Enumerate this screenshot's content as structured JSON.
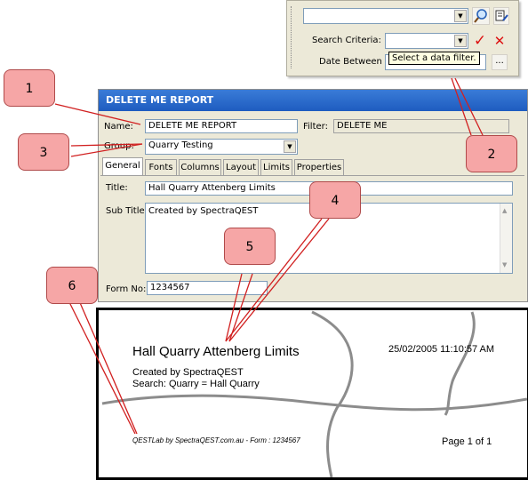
{
  "toolbar": {
    "search_criteria_label": "Search Criteria:",
    "date_between_label": "Date Between",
    "tooltip": "Select a data filter.",
    "browse_label": "...",
    "icons": [
      "magnifier-icon",
      "options-icon",
      "checkmark-icon",
      "clear-icon"
    ]
  },
  "dialog": {
    "title": "DELETE ME REPORT",
    "name_label": "Name:",
    "name_value": "DELETE ME REPORT",
    "filter_label": "Filter:",
    "filter_value": "DELETE ME",
    "group_label": "Group:",
    "group_value": "Quarry Testing",
    "tabs": [
      {
        "label": "General"
      },
      {
        "label": "Fonts"
      },
      {
        "label": "Columns"
      },
      {
        "label": "Layout"
      },
      {
        "label": "Limits"
      },
      {
        "label": "Properties"
      }
    ],
    "title_label": "Title:",
    "title_value": "Hall Quarry Attenberg Limits",
    "subtitle_label": "Sub Title:",
    "subtitle_value": "Created by SpectraQEST",
    "formno_label": "Form No:",
    "formno_value": "1234567"
  },
  "report": {
    "title": "Hall Quarry Attenberg Limits",
    "subtitle": "Created by SpectraQEST",
    "search_line": "Search: Quarry = Hall Quarry",
    "datetime": "25/02/2005 11:10:57 AM",
    "footer": "QESTLab by SpectraQEST.com.au - Form : 1234567",
    "page": "Page 1 of 1"
  },
  "callouts": [
    "1",
    "2",
    "3",
    "4",
    "5",
    "6"
  ],
  "colors": {
    "titlebar": "#2161cc",
    "callout_fill": "#f6a6a6",
    "leader_line": "#d12020",
    "window_face": "#ece9d8"
  }
}
